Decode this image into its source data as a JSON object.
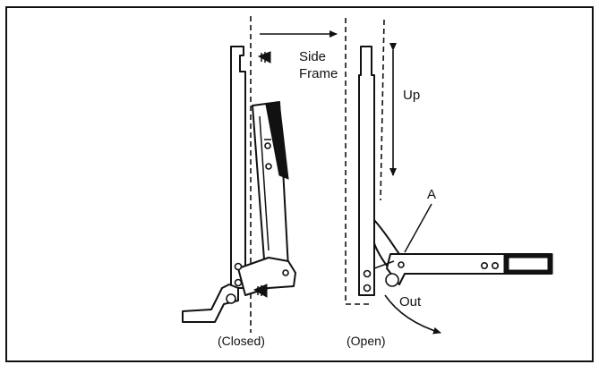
{
  "labels": {
    "side_frame_line1": "Side",
    "side_frame_line2": "Frame",
    "up": "Up",
    "a": "A",
    "out": "Out",
    "closed": "(Closed)",
    "open": "(Open)"
  },
  "colors": {
    "ink": "#111111",
    "background": "#ffffff"
  }
}
